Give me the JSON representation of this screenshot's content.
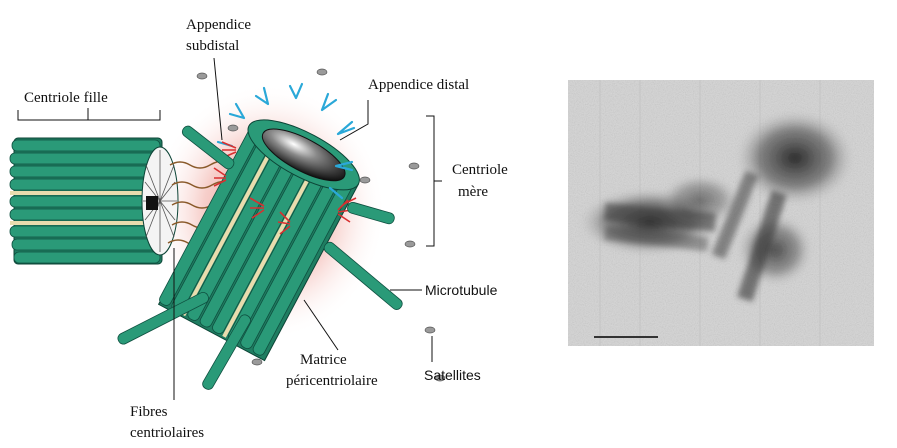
{
  "labels": {
    "appendice_subdistal_1": "Appendice",
    "appendice_subdistal_2": "subdistal",
    "appendice_distal": "Appendice distal",
    "centriole_fille": "Centriole fille",
    "centriole_mere_1": "Centriole",
    "centriole_mere_2": "mère",
    "microtubule": "Microtubule",
    "satellites": "Satellites",
    "matrice_1": "Matrice",
    "matrice_2": "péricentriolaire",
    "fibres_1": "Fibres",
    "fibres_2": "centriolaires"
  },
  "colors": {
    "microtubule": "#2a9a78",
    "halo": "#e88a80",
    "appendice_distal": "#2aa8d8",
    "appendice_subdistal": "#d83030"
  }
}
